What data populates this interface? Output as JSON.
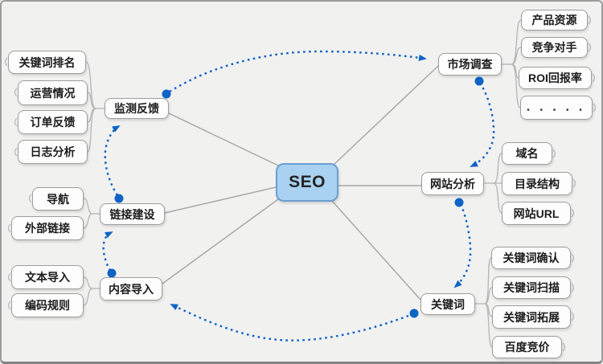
{
  "colors": {
    "accent_blue": "#0e63c6",
    "center_fill": "#a9d2f2",
    "center_border": "#6b9fd2",
    "node_fill": "#fdfdfd",
    "node_border": "#9e9e9e",
    "gray_line": "#a8a8a8",
    "background": "#f1f1f0"
  },
  "mindmap": {
    "center": {
      "label": "SEO"
    },
    "branches": [
      {
        "label": "市场调查",
        "children": [
          "产品资源",
          "竞争对手",
          "ROI回报率",
          "• • • • •"
        ]
      },
      {
        "label": "网站分析",
        "children": [
          "域名",
          "目录结构",
          "网站URL"
        ]
      },
      {
        "label": "关键词",
        "children": [
          "关键词确认",
          "关键词扫描",
          "关键词拓展",
          "百度竞价"
        ]
      },
      {
        "label": "监测反馈",
        "children": [
          "关键词排名",
          "运营情况",
          "订单反馈",
          "日志分析"
        ]
      },
      {
        "label": "链接建设",
        "children": [
          "导航",
          "外部链接"
        ]
      },
      {
        "label": "内容导入",
        "children": [
          "文本导入",
          "编码规则"
        ]
      }
    ],
    "flow_cycle": [
      "市场调查",
      "网站分析",
      "关键词",
      "内容导入",
      "链接建设",
      "监测反馈",
      "市场调查"
    ]
  }
}
